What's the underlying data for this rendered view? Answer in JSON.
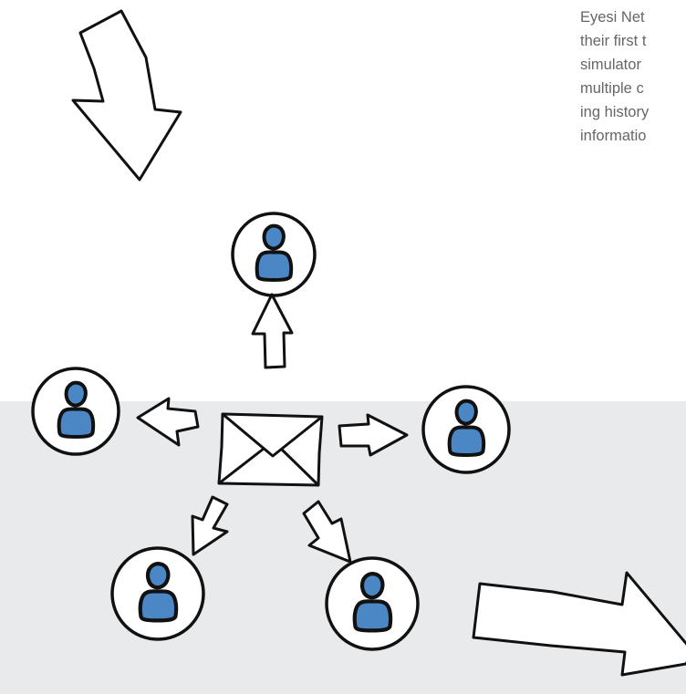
{
  "description_text": {
    "lines": [
      "Eyesi Net",
      "their first t",
      "simulator",
      "multiple c",
      "ing history",
      "informatio"
    ]
  },
  "colors": {
    "background": "#ffffff",
    "band": "#e9eaec",
    "person_fill": "#4b87c5",
    "stroke": "#111111"
  },
  "icons": {
    "hub": "envelope-icon",
    "nodes": "person-icon",
    "connectors": "arrow-icon"
  }
}
